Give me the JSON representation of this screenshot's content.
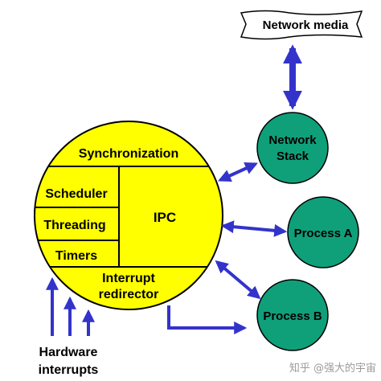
{
  "network_media": "Network media",
  "kernel": {
    "synchronization": "Synchronization",
    "scheduler": "Scheduler",
    "threading": "Threading",
    "timers": "Timers",
    "ipc": "IPC",
    "interrupt_line1": "Interrupt",
    "interrupt_line2": "redirector"
  },
  "network_stack_line1": "Network",
  "network_stack_line2": "Stack",
  "process_a": "Process A",
  "process_b": "Process B",
  "hardware_line1": "Hardware",
  "hardware_line2": "interrupts",
  "watermark": "知乎 @强大的宇宙",
  "colors": {
    "kernel_fill": "#ffff00",
    "process_fill": "#0fa07a",
    "arrow": "#3333cc"
  }
}
